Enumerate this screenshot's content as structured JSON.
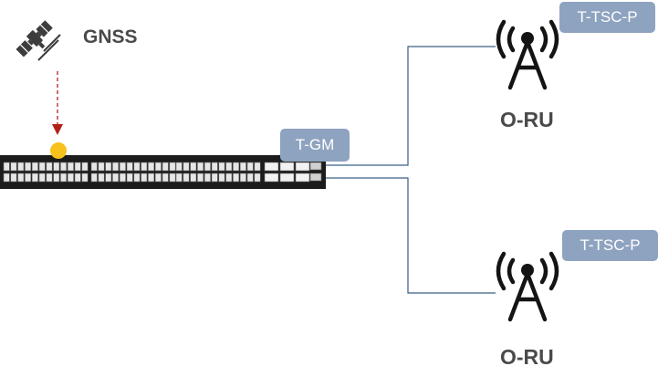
{
  "gnss": {
    "label": "GNSS",
    "icon": "satellite-icon"
  },
  "switch": {
    "role": "T-GM",
    "icon": "network-switch-icon",
    "sync_dot_color": "#f6c21b"
  },
  "radios": [
    {
      "label": "O-RU",
      "role": "T-TSC-P",
      "icon": "radio-tower-icon"
    },
    {
      "label": "O-RU",
      "role": "T-TSC-P",
      "icon": "radio-tower-icon"
    }
  ],
  "colors": {
    "link": "#3a5f86",
    "gnss_arrow": "#b3201a",
    "tag_bg": "#8ea3bf",
    "text": "#4a4a4a"
  }
}
